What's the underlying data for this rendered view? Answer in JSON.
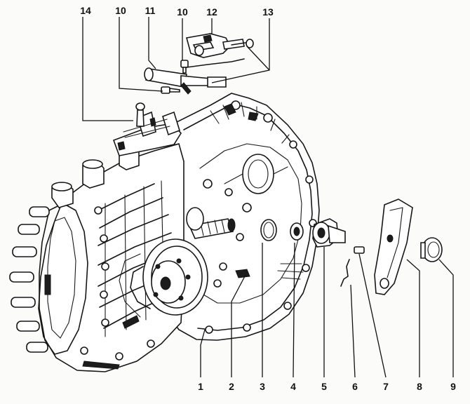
{
  "callouts": [
    {
      "key": "c1",
      "text": "1"
    },
    {
      "key": "c2",
      "text": "2"
    },
    {
      "key": "c3",
      "text": "3"
    },
    {
      "key": "c4",
      "text": "4"
    },
    {
      "key": "c5",
      "text": "5"
    },
    {
      "key": "c6",
      "text": "6"
    },
    {
      "key": "c7",
      "text": "7"
    },
    {
      "key": "c8",
      "text": "8"
    },
    {
      "key": "c9",
      "text": "9"
    },
    {
      "key": "c10a",
      "text": "10"
    },
    {
      "key": "c11",
      "text": "11"
    },
    {
      "key": "c10b",
      "text": "10"
    },
    {
      "key": "c12",
      "text": "12"
    },
    {
      "key": "c13",
      "text": "13"
    },
    {
      "key": "c14",
      "text": "14"
    }
  ],
  "colors": {
    "ink": "#161616",
    "paper": "#fbfbf9"
  }
}
